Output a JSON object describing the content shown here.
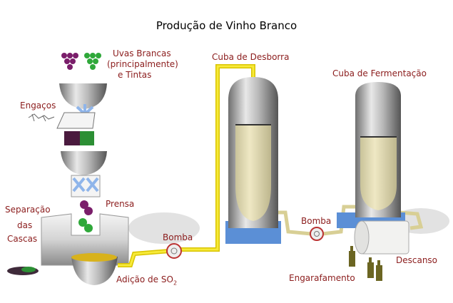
{
  "title": "Produção de Vinho Branco",
  "labels": {
    "grapes_line1": "Uvas Brancas",
    "grapes_line2": "(principalmente)",
    "grapes_line3": "e Tintas",
    "stems": "Engaços",
    "press": "Prensa",
    "skin_sep_line1": "Separação",
    "skin_sep_line2": "das",
    "skin_sep_line3": "Cascas",
    "pump1": "Bomba",
    "so2_prefix": "Adição de SO",
    "so2_sub": "2",
    "settling_tank": "Cuba de Desborra",
    "fermentation_tank": "Cuba de Fermentação",
    "pump2": "Bomba",
    "rest": "Descanso",
    "bottling": "Engarafamento"
  },
  "colors": {
    "label": "#8b1c1c",
    "pipe": "#f2e11c",
    "wine": "#d9d3a6",
    "base": "#5b8fd6"
  }
}
